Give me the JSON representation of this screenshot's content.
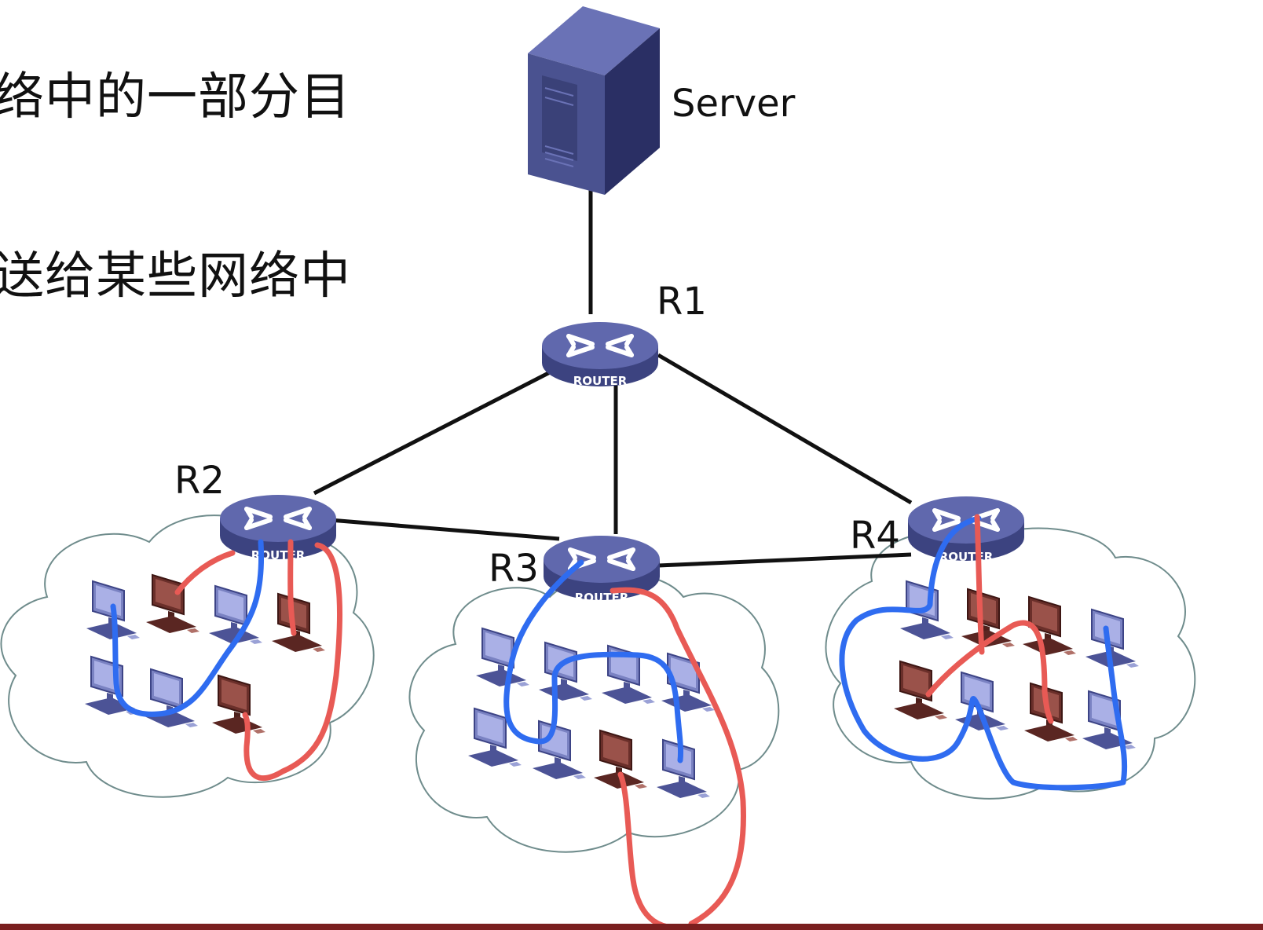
{
  "text": {
    "line1": "络中的一部分目",
    "line2": "送给某些网络中"
  },
  "labels": {
    "server": "Server",
    "r1": "R1",
    "r2": "R2",
    "r3": "R3",
    "r4": "R4",
    "router_caption": "ROUTER"
  },
  "colors": {
    "router": "#5a63a3",
    "server": "#434a86",
    "pc_member": "#8c93cf",
    "pc_receiver": "#7a3b35",
    "blue_path": "#2f6cf0",
    "red_path": "#e85a55",
    "bottom_rule": "#7a1f1f"
  }
}
